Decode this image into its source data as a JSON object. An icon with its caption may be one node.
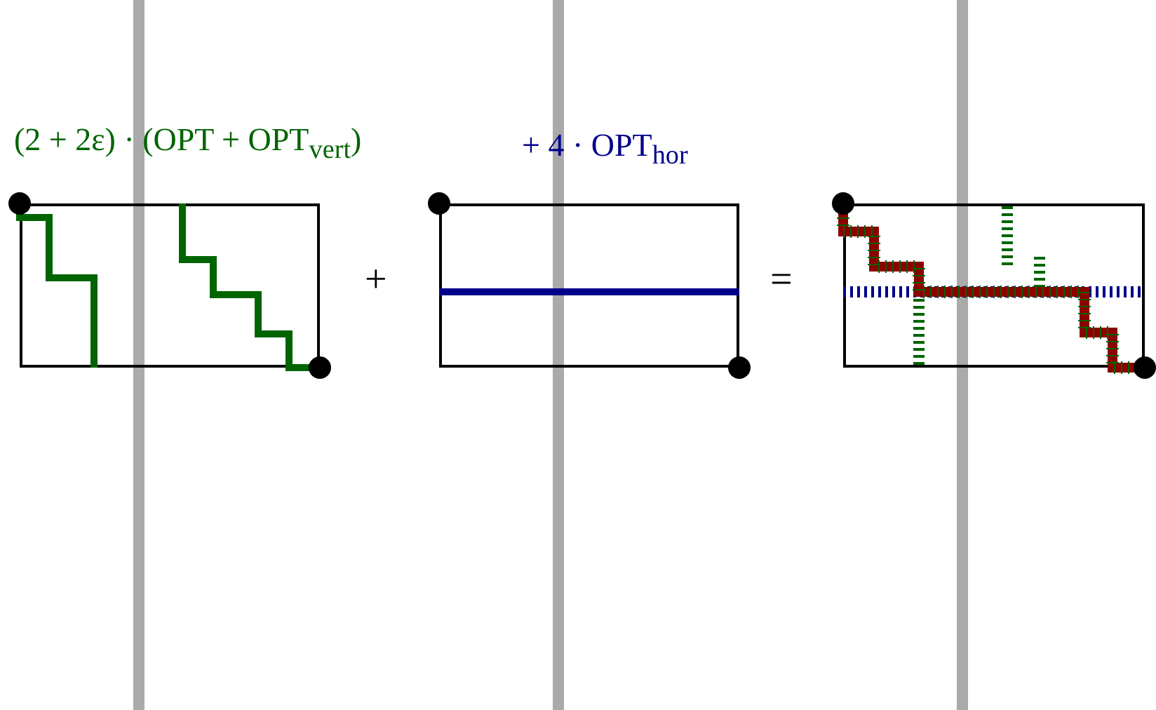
{
  "diagram": {
    "nodes": [
      {
        "text": [],
        "shape": "box"
      },
      {
        "text": [],
        "shape": "box"
      },
      {
        "text": [],
        "shape": "box"
      }
    ],
    "labels": [
      "(2 + 2ε) · (OPT + OPT$_{vert}$)",
      "+ 4 · OPT$_{hor}$",
      "+",
      "="
    ]
  }
}
